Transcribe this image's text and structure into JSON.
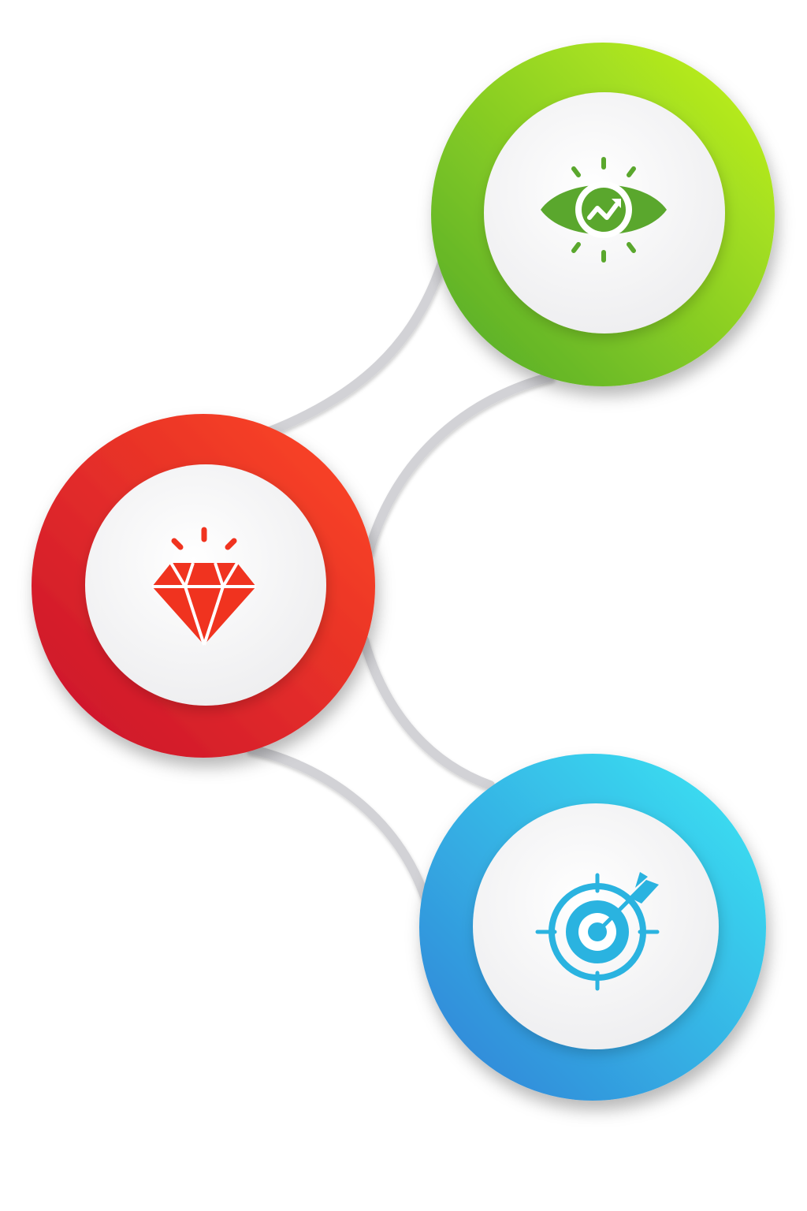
{
  "colors": {
    "background": "#ffffff",
    "connector": "#d2d2d6",
    "disc_face": "#f7f7f8",
    "vision_start": "#4fa82b",
    "vision_end": "#c6f51c",
    "quality_start": "#c8102e",
    "quality_end": "#ff4a24",
    "target_start": "#2f7fd6",
    "target_end": "#3ce8f4",
    "vision_icon": "#5aa72d",
    "quality_icon": "#f0331f",
    "target_icon": "#2ab3e0"
  },
  "nodes": [
    {
      "id": "vision",
      "icon": "eye-growth-icon"
    },
    {
      "id": "quality",
      "icon": "diamond-icon"
    },
    {
      "id": "target",
      "icon": "target-arrow-icon"
    }
  ],
  "connectors": [
    {
      "from": "quality",
      "to": "vision"
    },
    {
      "from": "quality",
      "to": "vision"
    },
    {
      "from": "quality",
      "to": "target"
    },
    {
      "from": "quality",
      "to": "target"
    }
  ]
}
